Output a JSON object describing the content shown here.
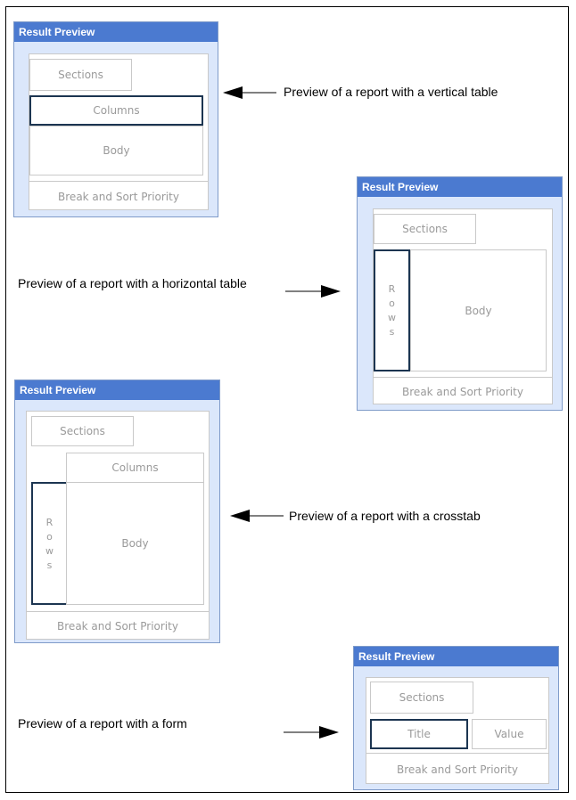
{
  "panel_title": "Result Preview",
  "labels": {
    "sections": "Sections",
    "columns": "Columns",
    "body": "Body",
    "footer": "Break and Sort Priority",
    "title": "Title",
    "value": "Value",
    "rows_letters": [
      "R",
      "o",
      "w",
      "s"
    ]
  },
  "captions": {
    "vertical": "Preview of a report with a vertical table",
    "horizontal": "Preview of a report with a horizontal table",
    "crosstab": "Preview of a report with a crosstab",
    "form": "Preview of a report with a form"
  }
}
